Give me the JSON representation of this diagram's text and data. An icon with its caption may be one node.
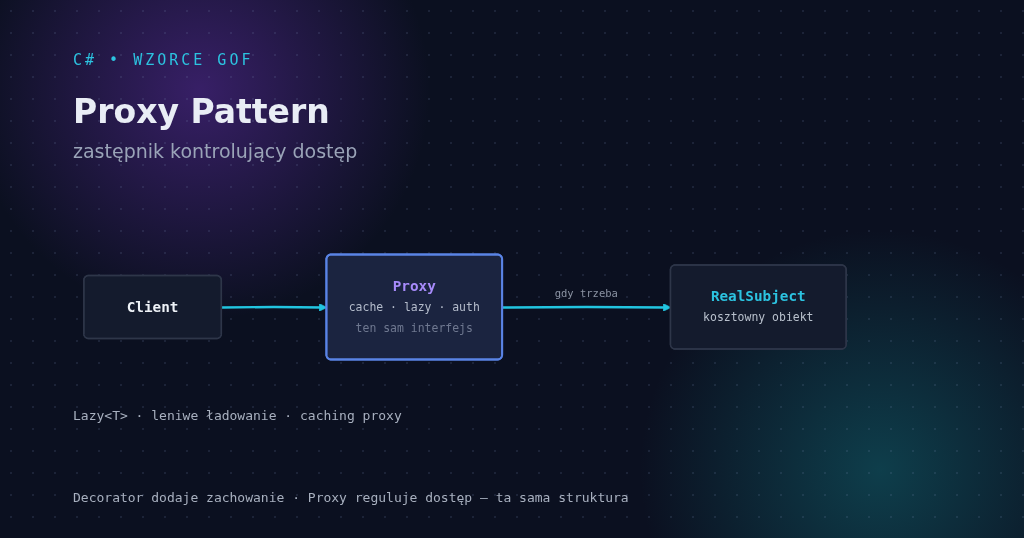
{
  "diagram": {
    "title": "Proxy Pattern",
    "nodes": [
      {
        "text": [
          "Client"
        ]
      },
      {
        "text": [
          "Proxy",
          "cache · lazy · auth",
          "ten sam interfejs"
        ]
      },
      {
        "text": [
          "RealSubject",
          "kosztowny obiekt"
        ]
      }
    ],
    "edges": [
      {
        "from": 0,
        "to": 1,
        "arrow": "to"
      },
      {
        "from": 1,
        "to": 2,
        "arrow": "to",
        "label": "gdy trzeba"
      }
    ],
    "labels": [
      "C# • WZORCE GOF",
      "zastępnik kontrolujący dostęp",
      "Lazy<T> · leniwe ładowanie · caching proxy",
      "Decorator dodaje zachowanie · Proxy reguluje dostęp — ta sama struktura"
    ]
  }
}
